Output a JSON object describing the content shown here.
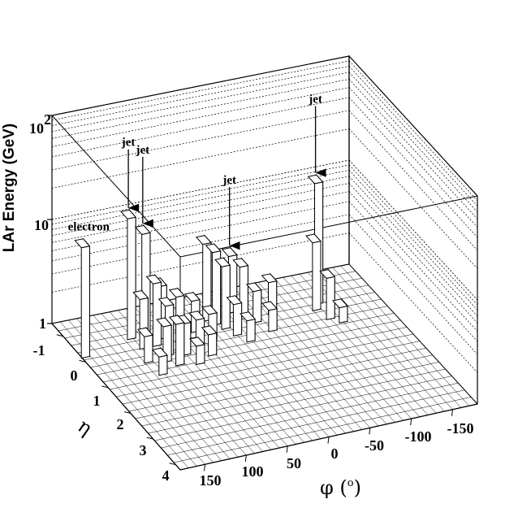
{
  "chart_data": {
    "type": "lego3d",
    "ylabel": "LAr Energy (GeV)",
    "zscale": "log",
    "zlim": [
      1,
      100
    ],
    "z_ticks": [
      "1",
      "10",
      "10"
    ],
    "z_ticks_exponent": [
      "",
      "",
      "2"
    ],
    "eta_label": "η",
    "eta_ticks": [
      "-1",
      "0",
      "1",
      "2",
      "3",
      "4"
    ],
    "phi_label": "φ (",
    "phi_label_sup": "o",
    "phi_label_close": ")",
    "phi_ticks": [
      "150",
      "100",
      "50",
      "0",
      "-50",
      "-100",
      "-150"
    ],
    "phi_range": [
      180,
      -180
    ],
    "eta_range": [
      -1.5,
      4.2
    ],
    "grid": true,
    "towers": [
      {
        "phi": 176,
        "eta": -0.3,
        "energy": 11.5
      },
      {
        "phi": 112,
        "eta": -0.6,
        "energy": 14.5
      },
      {
        "phi": 100,
        "eta": -0.4,
        "energy": 11.0
      },
      {
        "phi": 92,
        "eta": -0.2,
        "energy": 4.0
      },
      {
        "phi": 88,
        "eta": 0.2,
        "energy": 3.0
      },
      {
        "phi": 86,
        "eta": 0.6,
        "energy": 2.5
      },
      {
        "phi": 96,
        "eta": 0.4,
        "energy": 2.2
      },
      {
        "phi": 108,
        "eta": -0.2,
        "energy": 3.0
      },
      {
        "phi": 116,
        "eta": 0.3,
        "energy": 1.8
      },
      {
        "phi": 112,
        "eta": 0.8,
        "energy": 1.5
      },
      {
        "phi": 80,
        "eta": -0.4,
        "energy": 3.2
      },
      {
        "phi": 70,
        "eta": 0.3,
        "energy": 2.0
      },
      {
        "phi": 64,
        "eta": 0.7,
        "energy": 1.5
      },
      {
        "phi": 56,
        "eta": -0.5,
        "energy": 2.2
      },
      {
        "phi": 48,
        "eta": 0.1,
        "energy": 1.8
      },
      {
        "phi": 44,
        "eta": 0.5,
        "energy": 1.6
      },
      {
        "phi": 40,
        "eta": -0.4,
        "energy": 2.0
      },
      {
        "phi": 30,
        "eta": 0.0,
        "energy": 1.8
      },
      {
        "phi": 18,
        "eta": -0.7,
        "energy": 5.5
      },
      {
        "phi": 12,
        "eta": -0.5,
        "energy": 5.0
      },
      {
        "phi": 6,
        "eta": -0.3,
        "energy": 4.0
      },
      {
        "phi": 0,
        "eta": 0.0,
        "energy": 2.0
      },
      {
        "phi": -8,
        "eta": 0.3,
        "energy": 1.6
      },
      {
        "phi": -16,
        "eta": -0.8,
        "energy": 3.5
      },
      {
        "phi": -24,
        "eta": -0.6,
        "energy": 3.0
      },
      {
        "phi": -32,
        "eta": -0.3,
        "energy": 2.0
      },
      {
        "phi": -40,
        "eta": 0.1,
        "energy": 1.6
      },
      {
        "phi": -56,
        "eta": -0.5,
        "energy": 2.0
      },
      {
        "phi": -112,
        "eta": -0.5,
        "energy": 14.5
      },
      {
        "phi": -104,
        "eta": -0.3,
        "energy": 4.5
      },
      {
        "phi": -110,
        "eta": 0.1,
        "energy": 2.5
      },
      {
        "phi": -120,
        "eta": 0.3,
        "energy": 1.4
      }
    ],
    "annotations": [
      {
        "text": "electron",
        "phi": 176,
        "eta": -0.3,
        "arrow": false
      },
      {
        "text": "jet",
        "phi": 112,
        "eta": -0.6,
        "arrow": true
      },
      {
        "text": "jet",
        "phi": 100,
        "eta": -0.4,
        "arrow": true
      },
      {
        "text": "jet",
        "phi": -16,
        "eta": -0.8,
        "arrow": true
      },
      {
        "text": "jet",
        "phi": -112,
        "eta": -0.5,
        "arrow": true
      }
    ]
  }
}
